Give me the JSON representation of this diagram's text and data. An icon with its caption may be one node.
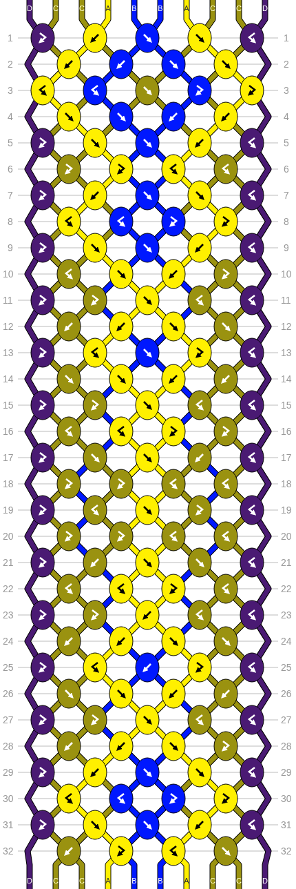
{
  "diagram": {
    "labels": [
      "D",
      "C",
      "C",
      "A",
      "B",
      "B",
      "A",
      "C",
      "C",
      "D",
      "1",
      "1",
      "2",
      "2",
      "3",
      "3",
      "4",
      "4",
      "5",
      "5",
      "6",
      "6",
      "7",
      "7",
      "8",
      "8",
      "9",
      "9",
      "10",
      "10",
      "11",
      "11",
      "12",
      "12",
      "13",
      "13",
      "14",
      "14",
      "15",
      "15",
      "16",
      "16",
      "17",
      "17",
      "18",
      "18",
      "19",
      "19",
      "20",
      "20",
      "21",
      "21",
      "22",
      "22",
      "23",
      "23",
      "24",
      "24",
      "25",
      "25",
      "26",
      "26",
      "27",
      "27",
      "28",
      "28",
      "29",
      "29",
      "30",
      "30",
      "31",
      "31",
      "32",
      "32",
      "D",
      "C",
      "C",
      "A",
      "B",
      "B",
      "A",
      "C",
      "C",
      "D"
    ]
  }
}
